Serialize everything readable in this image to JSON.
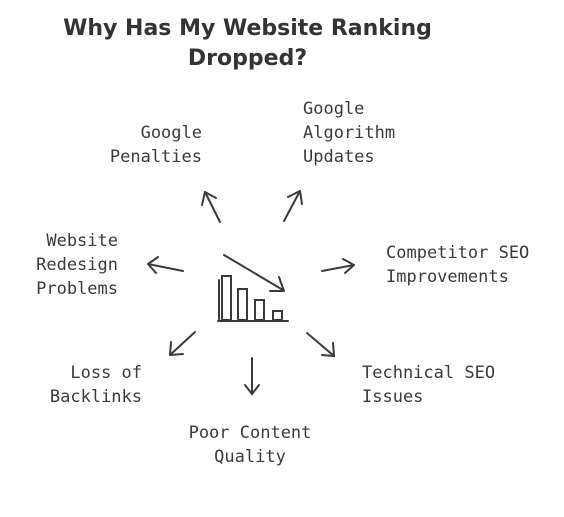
{
  "title": {
    "line1": "Why Has My Website Ranking",
    "line2": "Dropped?"
  },
  "center_icon": "declining-bar-chart-icon",
  "causes": [
    {
      "id": "google-penalties",
      "lines": [
        "Google",
        "Penalties"
      ]
    },
    {
      "id": "google-algorithm-updates",
      "lines": [
        "Google",
        "Algorithm",
        "Updates"
      ]
    },
    {
      "id": "competitor-seo-improvements",
      "lines": [
        "Competitor SEO",
        "Improvements"
      ]
    },
    {
      "id": "technical-seo-issues",
      "lines": [
        "Technical SEO",
        "Issues"
      ]
    },
    {
      "id": "poor-content-quality",
      "lines": [
        "Poor Content",
        "Quality"
      ]
    },
    {
      "id": "loss-of-backlinks",
      "lines": [
        "Loss of",
        "Backlinks"
      ]
    },
    {
      "id": "website-redesign-problems",
      "lines": [
        "Website",
        "Redesign",
        "Problems"
      ]
    }
  ],
  "colors": {
    "ink": "#3a3a3a",
    "background": "#ffffff"
  }
}
